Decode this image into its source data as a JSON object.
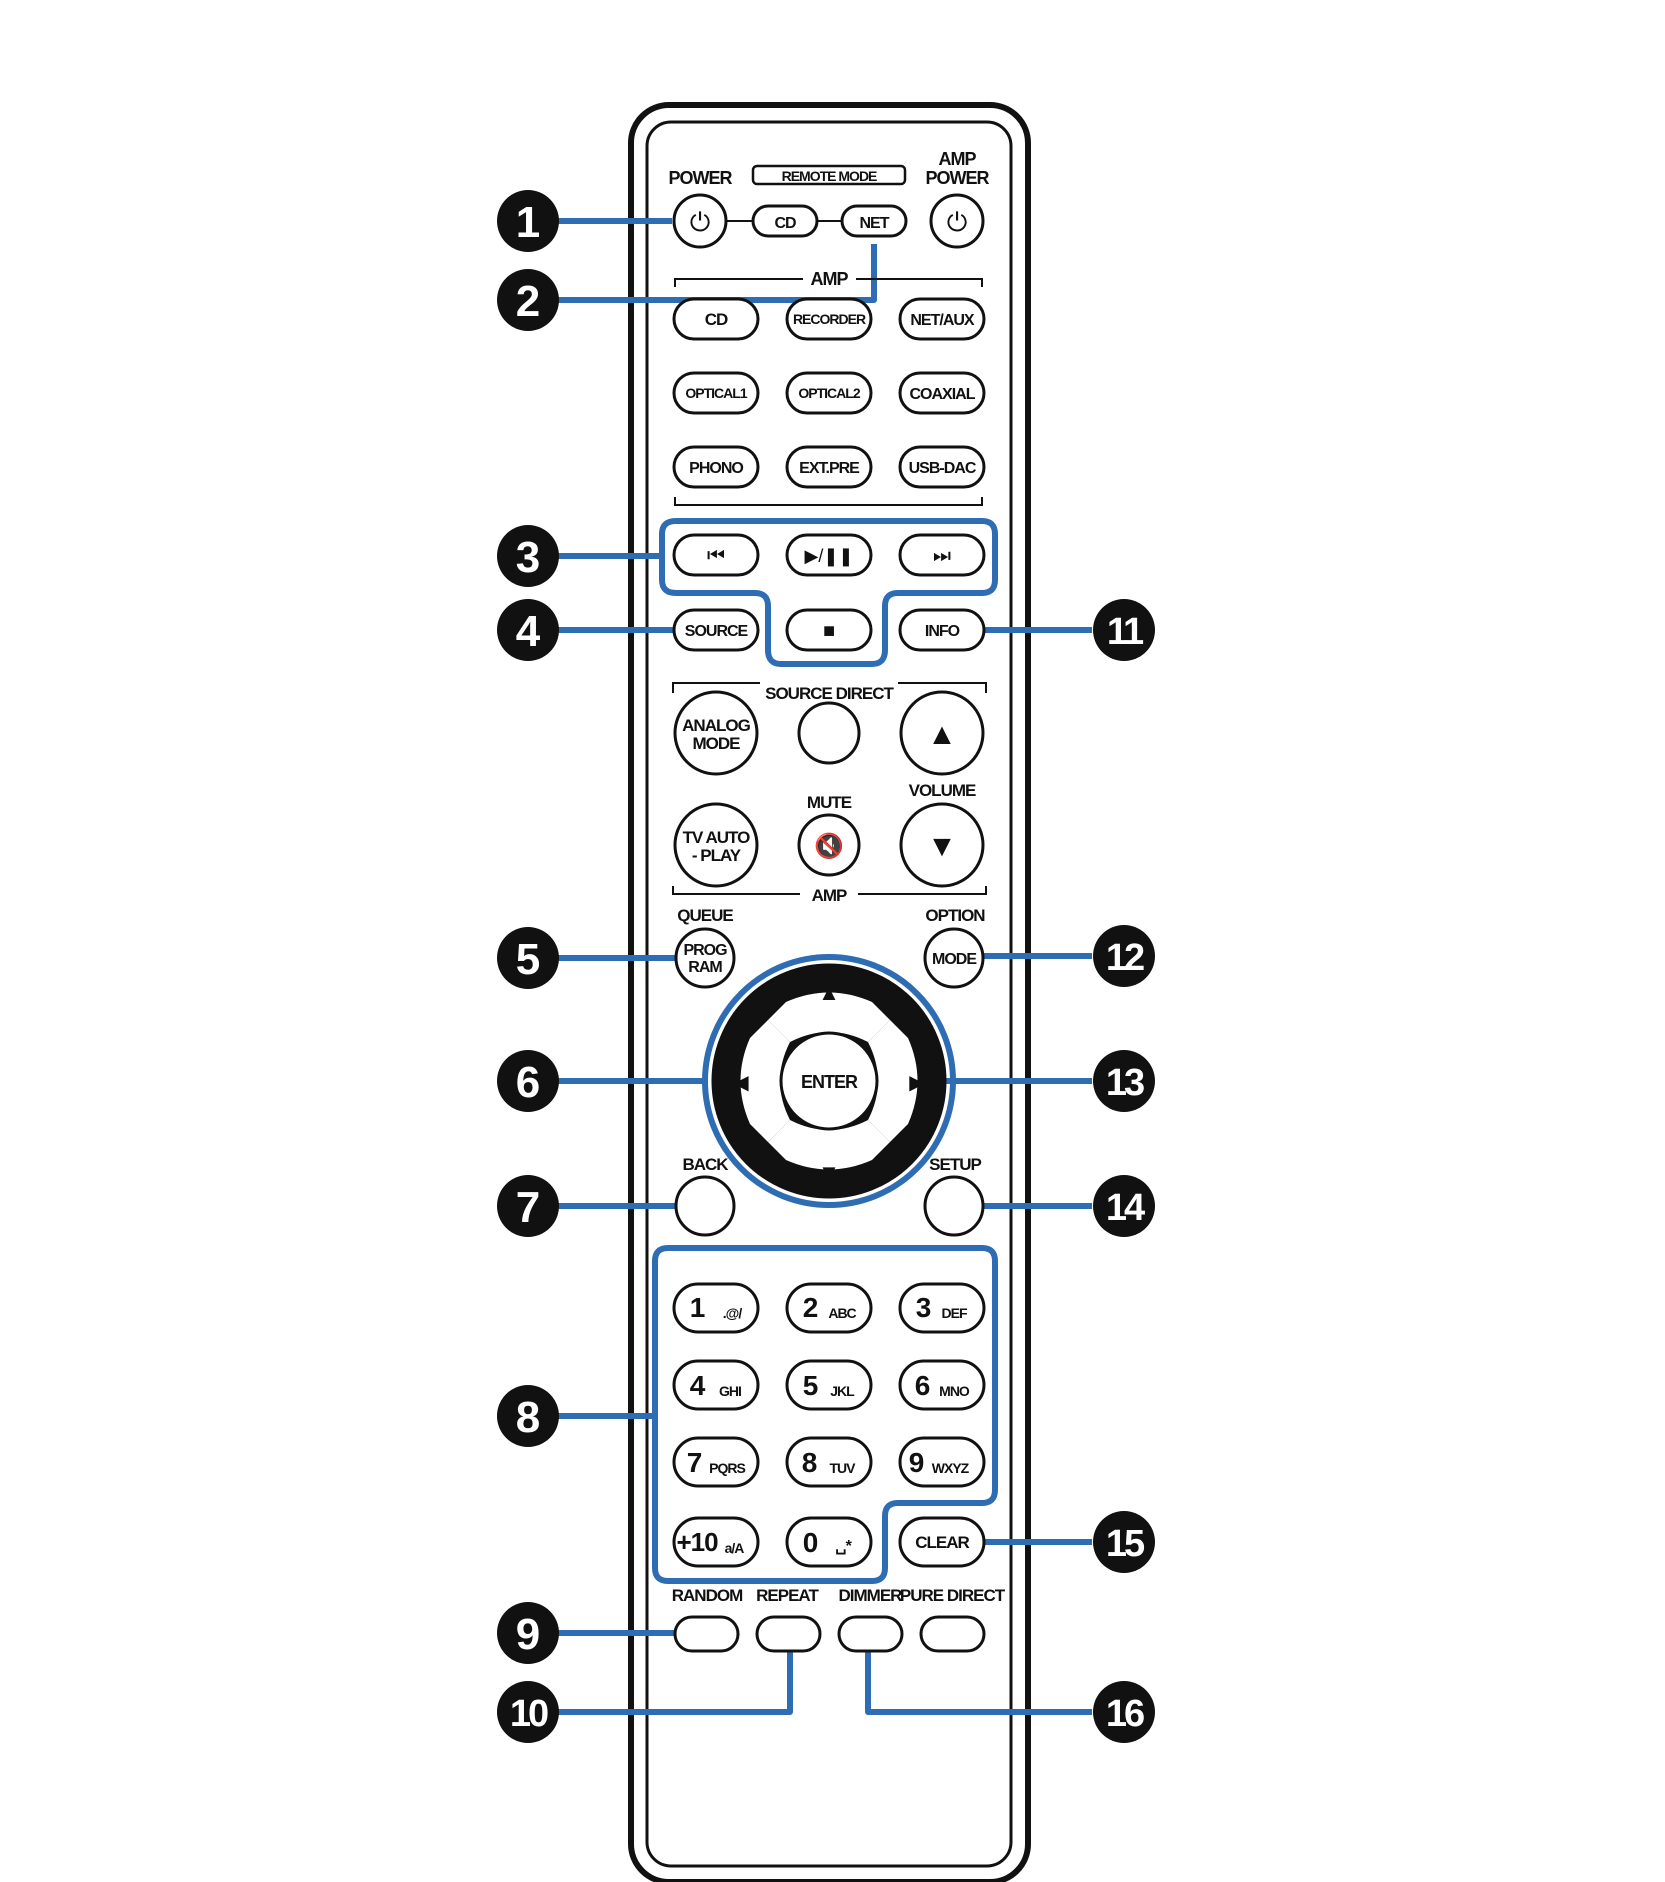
{
  "labels": {
    "power": "POWER",
    "remote_mode": "REMOTE MODE",
    "amp_power_line1": "AMP",
    "amp_power_line2": "POWER",
    "amp_top": "AMP",
    "source_direct": "SOURCE DIRECT",
    "mute": "MUTE",
    "volume": "VOLUME",
    "amp_bottom": "AMP",
    "queue": "QUEUE",
    "option": "OPTION",
    "back": "BACK",
    "setup": "SETUP",
    "random": "RANDOM",
    "repeat": "REPEAT",
    "dimmer": "DIMMER",
    "pure_direct": "PURE DIRECT"
  },
  "buttons": {
    "cd_mode": "CD",
    "net_mode": "NET",
    "cd": "CD",
    "recorder": "RECORDER",
    "net_aux": "NET/AUX",
    "optical1": "OPTICAL1",
    "optical2": "OPTICAL2",
    "coaxial": "COAXIAL",
    "phono": "PHONO",
    "ext_pre": "EXT.PRE",
    "usb_dac": "USB-DAC",
    "source": "SOURCE",
    "info": "INFO",
    "analog_mode_1": "ANALOG",
    "analog_mode_2": "MODE",
    "tv_auto_1": "TV AUTO",
    "tv_auto_2": "- PLAY",
    "program_1": "PROG",
    "program_2": "RAM",
    "mode": "MODE",
    "enter": "ENTER",
    "clear": "CLEAR"
  },
  "keypad": [
    {
      "num": "1",
      "sub": ".@/"
    },
    {
      "num": "2",
      "sub": "ABC"
    },
    {
      "num": "3",
      "sub": "DEF"
    },
    {
      "num": "4",
      "sub": "GHI"
    },
    {
      "num": "5",
      "sub": "JKL"
    },
    {
      "num": "6",
      "sub": "MNO"
    },
    {
      "num": "7",
      "sub": "PQRS"
    },
    {
      "num": "8",
      "sub": "TUV"
    },
    {
      "num": "9",
      "sub": "WXYZ"
    },
    {
      "num": "+10",
      "sub": "a/A"
    },
    {
      "num": "0",
      "sub": "␣*"
    }
  ],
  "callouts": {
    "c1": "1",
    "c2": "2",
    "c3": "3",
    "c4": "4",
    "c5": "5",
    "c6": "6",
    "c7": "7",
    "c8": "8",
    "c9": "9",
    "c10": "10",
    "c11": "11",
    "c12": "12",
    "c13": "13",
    "c14": "14",
    "c15": "15",
    "c16": "16"
  },
  "icons": {
    "power_symbol": "⏻",
    "prev": "⏮",
    "play_pause": "▶/❚❚",
    "next": "⏭",
    "stop": "■",
    "up": "▲",
    "down": "▼",
    "left": "◀",
    "right": "▶",
    "mute_symbol": "🔇"
  },
  "colors": {
    "callout_blue": "#2E6DB4",
    "outline": "#111111",
    "callout_fill": "#111111"
  }
}
